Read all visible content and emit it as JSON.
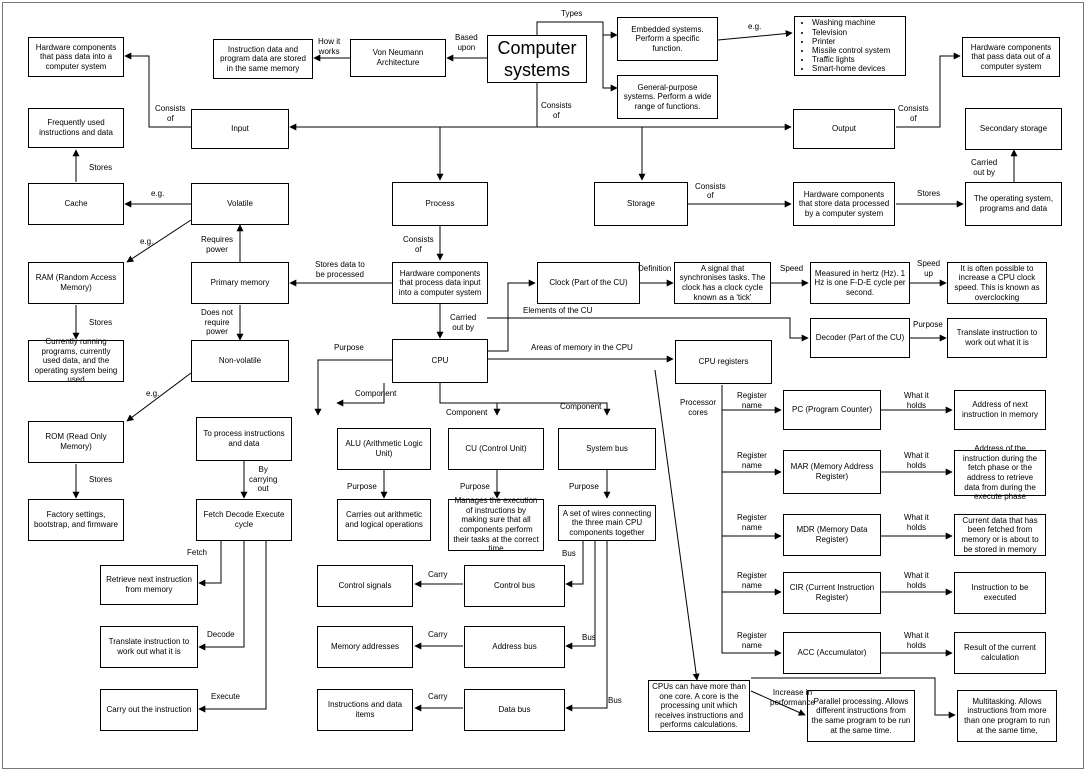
{
  "nodes": {
    "computer_systems": "Computer systems",
    "von_neumann": "Von Neumann Architecture",
    "instruction_data": "Instruction data and program data are stored in the same memory",
    "embedded": "Embedded systems. Perform a specific function.",
    "general_purpose": "General-purpose systems. Perform a wide range of functions.",
    "embedded_examples": [
      "Washing machine",
      "Television",
      "Printer",
      "Missile control system",
      "Traffic lights",
      "Smart-home devices"
    ],
    "hw_input": "Hardware components that pass data into a computer system",
    "hw_output": "Hardware components that pass data out of a computer system",
    "input": "Input",
    "output": "Output",
    "frequently_used": "Frequently used instructions and data",
    "secondary_storage": "Secondary storage",
    "cache": "Cache",
    "volatile": "Volatile",
    "process": "Process",
    "storage": "Storage",
    "hw_storage": "Hardware components that store data processed by a computer system",
    "os_programs": "The operating system, programs and data",
    "ram": "RAM (Random Access Memory)",
    "primary_memory": "Primary memory",
    "hw_process": "Hardware components that process data input into a computer system",
    "clock": "Clock (Part of the CU)",
    "clock_def": "A signal that synchronises tasks. The clock has a clock cycle known as a 'tick'",
    "hertz": "Measured in hertz (Hz). 1 Hz is one F-D-E cycle per second.",
    "overclocking": "It is often possible to increase a CPU clock speed. This is known as overclocking",
    "ram_stores": "Currently running programs, currently used data, and the operating system being used",
    "non_volatile": "Non-volatile",
    "cpu": "CPU",
    "decoder": "Decoder (Part of the CU)",
    "decoder_purpose": "Translate instruction to work out what it is",
    "cpu_registers": "CPU registers",
    "rom": "ROM (Read Only Memory)",
    "to_process": "To process instructions and data",
    "alu": "ALU (Arithmetic Logic Unit)",
    "cu": "CU (Control Unit)",
    "system_bus": "System bus",
    "pc": "PC (Program Counter)",
    "pc_holds": "Address of next instruction in memory",
    "mar": "MAR (Memory Address Register)",
    "mar_holds": "Address of the instruction during the fetch phase or the address to retrieve data from during the execute phase",
    "mdr": "MDR (Memory Data Register)",
    "mdr_holds": "Current data that has been fetched from memory or is about to be stored in memory",
    "cir": "CIR (Current Instruction Register)",
    "cir_holds": "Instruction to be executed",
    "acc": "ACC (Accumulator)",
    "acc_holds": "Result of the current calculation",
    "rom_stores": "Factory settings, bootstrap, and firmware",
    "fde": "Fetch Decode Execute cycle",
    "alu_purpose": "Carries out arithmetic and logical operations",
    "cu_purpose": "Manages the execution of instructions by making sure that all components perform their tasks at the correct time",
    "bus_purpose": "A set of wires connecting the three main CPU components together",
    "fetch_step": "Retrieve next instruction from memory",
    "control_signals": "Control signals",
    "control_bus": "Control bus",
    "decode_step": "Translate instruction to work out what it is",
    "memory_addresses": "Memory addresses",
    "address_bus": "Address bus",
    "execute_step": "Carry out the instruction",
    "instr_items": "Instructions and data items",
    "data_bus": "Data bus",
    "cores": "CPUs can have more than one core. A core is the processing unit which receives instructions and performs calculations.",
    "parallel": "Parallel processing. Allows different instructions from the same program to be run at the same time.",
    "multitasking": "Multitasking. Allows instructions from more than one program to run at the same time,"
  },
  "labels": {
    "types": "Types",
    "based_upon": "Based\nupon",
    "how_it_works": "How it\nworks",
    "eg": "e.g.",
    "consists_of": "Consists\nof",
    "consists": "Consists",
    "of": "of",
    "stores": "Stores",
    "carried_out_by": "Carried\nout by",
    "requires_power": "Requires\npower",
    "stores_processed": "Stores data to\nbe processed",
    "definition": "Definition",
    "speed": "Speed",
    "speed_up": "Speed\nup",
    "does_not_require": "Does not\nrequire\npower",
    "elements_of_cu": "Elements of the CU",
    "purpose": "Purpose",
    "areas_memory": "Areas of memory in the CPU",
    "component": "Component",
    "processor_cores": "Processor\ncores",
    "register_name": "Register\nname",
    "what_it_holds": "What it\nholds",
    "by_carrying_out": "By\ncarrying\nout",
    "fetch": "Fetch",
    "decode": "Decode",
    "execute": "Execute",
    "bus": "Bus",
    "carry": "Carry",
    "increase_performance": "Increase in\nperformance"
  }
}
